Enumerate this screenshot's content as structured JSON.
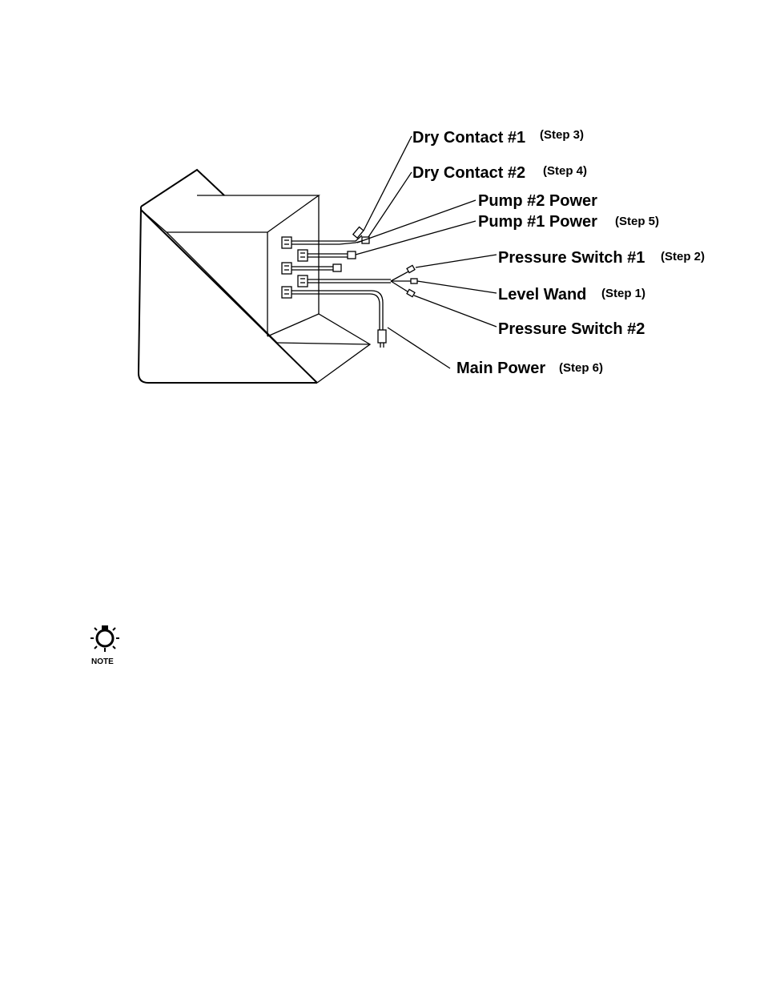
{
  "labels": {
    "dry_contact_1": {
      "name": "Dry Contact #1",
      "step": "(Step 3)"
    },
    "dry_contact_2": {
      "name": "Dry Contact #2",
      "step": "(Step 4)"
    },
    "pump_2_power": {
      "name": "Pump #2 Power",
      "step": ""
    },
    "pump_1_power": {
      "name": "Pump #1 Power",
      "step": "(Step 5)"
    },
    "pressure_switch_1": {
      "name": "Pressure Switch #1",
      "step": "(Step 2)"
    },
    "level_wand": {
      "name": "Level Wand",
      "step": "(Step 1)"
    },
    "pressure_switch_2": {
      "name": "Pressure Switch #2",
      "step": ""
    },
    "main_power": {
      "name": "Main Power",
      "step": "(Step 6)"
    }
  },
  "note": {
    "icon": "lightbulb-icon",
    "label": "NOTE"
  }
}
